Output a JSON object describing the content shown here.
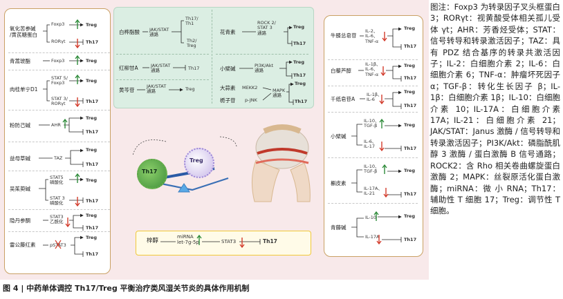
{
  "left": [
    {
      "drug": "氧化苦参碱\n/黄芪糖蛋白",
      "targets": [
        {
          "t": "Foxp3",
          "arrow": "up",
          "out": "Treg"
        },
        {
          "t": "RORγt",
          "arrow": "down",
          "out": "Th17"
        }
      ]
    },
    {
      "drug": "青蒿琥酯",
      "targets": [
        {
          "t": "Foxp3",
          "arrow": "up",
          "out": "Treg"
        }
      ]
    },
    {
      "drug": "肉桂单宁D1",
      "targets": [
        {
          "t": "STAT 5/\nFoxp3",
          "arrow": "up",
          "out": "Treg"
        },
        {
          "t": "STAT 3/\nRORγt",
          "arrow": "down",
          "out": "Th17"
        }
      ]
    },
    {
      "drug": "粉防己碱",
      "targets": [
        {
          "t": "AHR",
          "arrow": "up",
          "out": "Treg"
        },
        {
          "t": "",
          "arrow": "none",
          "out": "Th17"
        }
      ]
    },
    {
      "drug": "益母草碱",
      "targets": [
        {
          "t": "TAZ",
          "arrow": "none",
          "out": "Treg"
        },
        {
          "t": "",
          "arrow": "none",
          "out": "Th17"
        }
      ]
    },
    {
      "drug": "吴茱萸碱",
      "targets": [
        {
          "t": "STAT5\n磷酸化",
          "arrow": "up",
          "out": "Treg"
        },
        {
          "t": "STAT 3\n磷酸化",
          "arrow": "down",
          "out": "Th17"
        }
      ]
    },
    {
      "drug": "隐丹参酮",
      "targets": [
        {
          "t": "STAT3\n乙酰化",
          "arrow": "down",
          "out": "Treg"
        },
        {
          "t": "",
          "arrow": "none",
          "out": "Th17"
        }
      ]
    },
    {
      "drug": "雷公藤红素",
      "targets": [
        {
          "t": "pSTAT3",
          "arrow": "none",
          "out": "Treg"
        },
        {
          "t": "",
          "arrow": "none",
          "out": "Th17"
        }
      ]
    }
  ],
  "green": {
    "baishao": {
      "drug": "白桦脂酸",
      "path": "JAK/STAT\n通路",
      "out1": "Th17/\nTh1",
      "out2": "Th2/\nTreg"
    },
    "honghuang": {
      "drug": "红柳甘A",
      "path": "JAK/STAT\n通路",
      "out": "Th17"
    },
    "huangqin": {
      "drug": "黄芩苷",
      "path": "JAK/STAT\n通路",
      "out": "Treg"
    },
    "huaqing": {
      "drug": "花青素",
      "path": "ROCK 2/\nSTAT 3\n通路",
      "out1": "Treg",
      "out2": "Th17"
    },
    "xiaoji": {
      "drug": "小檗碱",
      "path": "PI3K/Akt\n通路",
      "out1": "Treg",
      "out2": "Th17"
    },
    "dasuan": {
      "drug": "大蒜素",
      "path": "MEKK2",
      "mapk": "MAPK\n通路",
      "out1": "Treg",
      "out2": "Th17"
    },
    "xiangzi": {
      "drug": "栀子苷",
      "path": "p-JNK"
    }
  },
  "center": {
    "th17": "Th17",
    "treg": "Treg"
  },
  "bottom": {
    "drug": "梓醇",
    "mir": "miRNA\nlet-7g-5p",
    "stat": "STAT3",
    "out": "Th17"
  },
  "right": [
    {
      "drug": "牛膝总皂苷",
      "items": "IL-2、\nIL-6、\nTNF-α",
      "out1": "Treg",
      "out2": "Th17"
    },
    {
      "drug": "白藜芦醇",
      "items": "IL-1β、\nIL-6、\nTNF-α",
      "out1": "Treg",
      "out2": "Th17"
    },
    {
      "drug": "千纸皂苷A",
      "items": "IL-1β、\nIL-6",
      "out1": "Treg",
      "out2": "Th17"
    },
    {
      "drug": "小檗碱",
      "items1": "IL-10、\nTGF-β",
      "items2": "IL-6、\nIL-17",
      "out1": "Treg",
      "out2": "Th17"
    },
    {
      "drug": "槲皮素",
      "items1": "IL-10、\nTGF-β",
      "items2": "IL-17A、\nIL-21",
      "out1": "Treg",
      "out2": "Th17"
    },
    {
      "drug": "青藤碱",
      "items1": "IL-10",
      "items2": "IL-17A",
      "out1": "Treg",
      "out2": "Th17"
    }
  ],
  "legend": "图注：Foxp3 为转录因子叉头框蛋白 3；RORγt：视黄酸受体相关孤儿受体 γt；AHR：芳香烃受体；STAT：信号转导和转录激活因子；TAZ：具有 PDZ 结合基序的转录共激活因子；IL-2：白细胞介素 2；IL-6：白细胞介素 6；TNF-α：肿瘤坏死因子 α；TGF-β：转化生长因子 β；IL-1β：白细胞介素 1β；IL-10：白细胞介素 10；IL-17A：白细胞介素 17A；IL-21：白细胞介素 21；JAK/STAT：Janus 激酶 / 信号转导和转录激活因子；PI3K/Akt：磷脂酰肌醇 3 激酶 / 蛋白激酶 B 信号通路；ROCK2：含 Rho 相关卷曲螺旋蛋白激酶 2；MAPK：丝裂原活化蛋白激酶；miRNA：微 小 RNA；Th17：辅助性 T 细胞 17；Treg：调节性 T 细胞。",
  "caption": "图 4  |  中药单体调控 Th17/Treg 平衡治疗类风湿关节炎的具体作用机制",
  "colors": {
    "up": "#2e8b3a",
    "down": "#d23a2a",
    "panel": "#c9a063",
    "bg": "#f8e9ea",
    "green": "#dbeee3"
  }
}
